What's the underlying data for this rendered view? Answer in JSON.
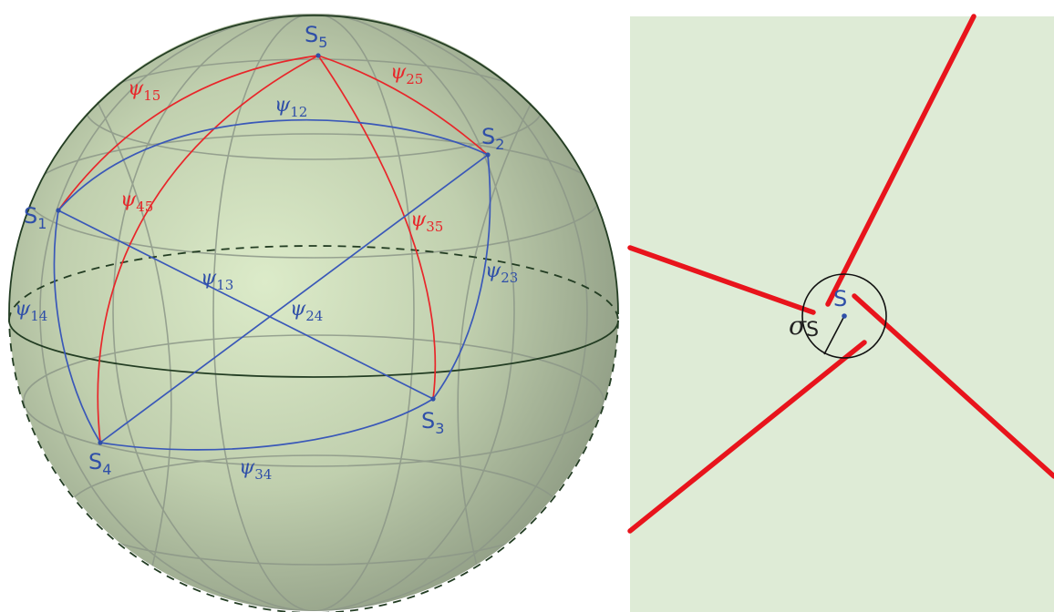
{
  "colors": {
    "sphere_fill": "#c3d3b2",
    "panel_bg": "#deebd6",
    "red": "#e8141c",
    "blue": "#2f4fa8",
    "arc_red": "#e8262a",
    "arc_blue": "#3a58b8",
    "grid": "#8c9788",
    "outline": "#233d23"
  },
  "sphere": {
    "points": [
      {
        "id": "S1",
        "base": "S",
        "sub": "1"
      },
      {
        "id": "S2",
        "base": "S",
        "sub": "2"
      },
      {
        "id": "S3",
        "base": "S",
        "sub": "3"
      },
      {
        "id": "S4",
        "base": "S",
        "sub": "4"
      },
      {
        "id": "S5",
        "base": "S",
        "sub": "5"
      }
    ],
    "arc_labels": [
      {
        "id": "psi15",
        "sym": "ψ",
        "sub": "15",
        "color": "red"
      },
      {
        "id": "psi25",
        "sym": "ψ",
        "sub": "25",
        "color": "red"
      },
      {
        "id": "psi12",
        "sym": "ψ",
        "sub": "12",
        "color": "blue"
      },
      {
        "id": "psi45",
        "sym": "ψ",
        "sub": "45",
        "color": "red"
      },
      {
        "id": "psi35",
        "sym": "ψ",
        "sub": "35",
        "color": "red"
      },
      {
        "id": "psi13",
        "sym": "ψ",
        "sub": "13",
        "color": "blue"
      },
      {
        "id": "psi23",
        "sym": "ψ",
        "sub": "23",
        "color": "blue"
      },
      {
        "id": "psi14",
        "sym": "ψ",
        "sub": "14",
        "color": "blue"
      },
      {
        "id": "psi24",
        "sym": "ψ",
        "sub": "24",
        "color": "blue"
      },
      {
        "id": "psi34",
        "sym": "ψ",
        "sub": "34",
        "color": "blue"
      }
    ]
  },
  "detail": {
    "point_label": "S",
    "radius_label": "σ",
    "radius_sub": "S"
  }
}
